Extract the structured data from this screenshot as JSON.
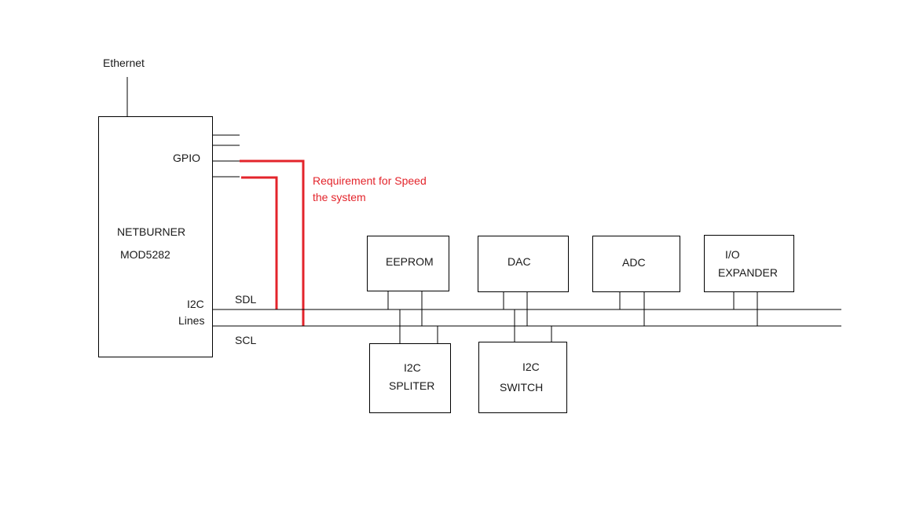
{
  "colors": {
    "line": "#000000",
    "highlight": "#e3242b",
    "background": "#ffffff"
  },
  "labels": {
    "ethernet": "Ethernet",
    "gpio": "GPIO",
    "netburner_line1": "NETBURNER",
    "netburner_line2": "MOD5282",
    "i2c_line1": "I2C",
    "i2c_line2": "Lines",
    "sdl": "SDL",
    "scl": "SCL",
    "requirement_line1": "Requirement for  Speed",
    "requirement_line2": "the system"
  },
  "devices": {
    "eeprom": "EEPROM",
    "dac": "DAC",
    "adc": "ADC",
    "io_expander_line1": "I/O",
    "io_expander_line2": "EXPANDER",
    "i2c_spliter_line1": "I2C",
    "i2c_spliter_line2": "SPLITER",
    "i2c_switch_line1": "I2C",
    "i2c_switch_line2": "SWITCH"
  }
}
